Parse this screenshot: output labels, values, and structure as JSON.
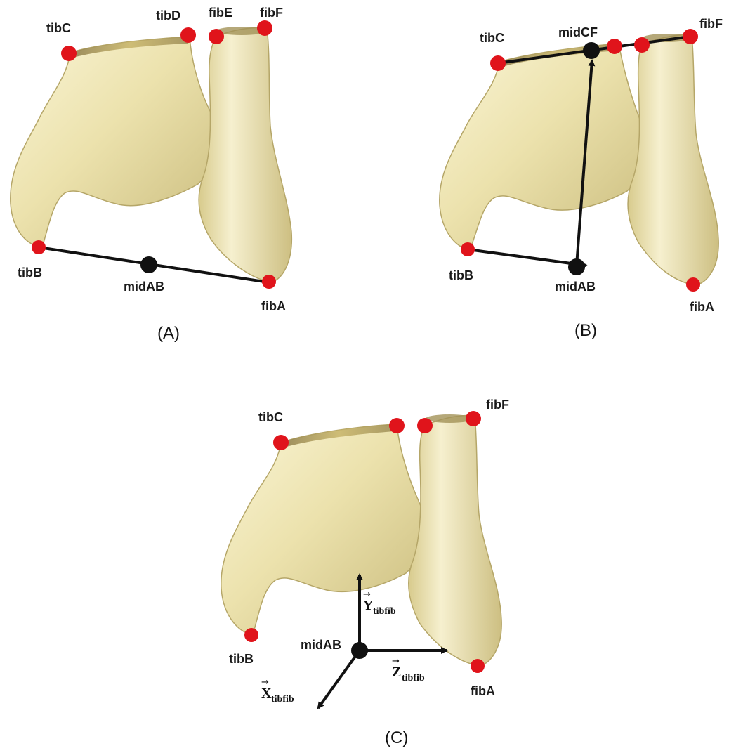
{
  "colors": {
    "bone_light": "#f5efc4",
    "bone_mid": "#e6dba0",
    "bone_shadow": "#b9ab6b",
    "landmark": "#e0141b",
    "midpoint": "#111111",
    "line": "#111111"
  },
  "panels": [
    {
      "caption": "(A)",
      "labels": {
        "tibC": "tibC",
        "tibD": "tibD",
        "fibE": "fibE",
        "fibF": "fibF",
        "tibB": "tibB",
        "midAB": "midAB",
        "fibA": "fibA"
      }
    },
    {
      "caption": "(B)",
      "labels": {
        "tibC": "tibC",
        "midCF": "midCF",
        "fibF": "fibF",
        "tibB": "tibB",
        "midAB": "midAB",
        "fibA": "fibA"
      }
    },
    {
      "caption": "(C)",
      "labels": {
        "tibC": "tibC",
        "fibF": "fibF",
        "tibB": "tibB",
        "midAB": "midAB",
        "fibA": "fibA"
      },
      "axes": {
        "x": {
          "letter": "X",
          "subscript": "tibfib"
        },
        "y": {
          "letter": "Y",
          "subscript": "tibfib"
        },
        "z": {
          "letter": "Z",
          "subscript": "tibfib"
        },
        "vector_mark": "→"
      }
    }
  ]
}
